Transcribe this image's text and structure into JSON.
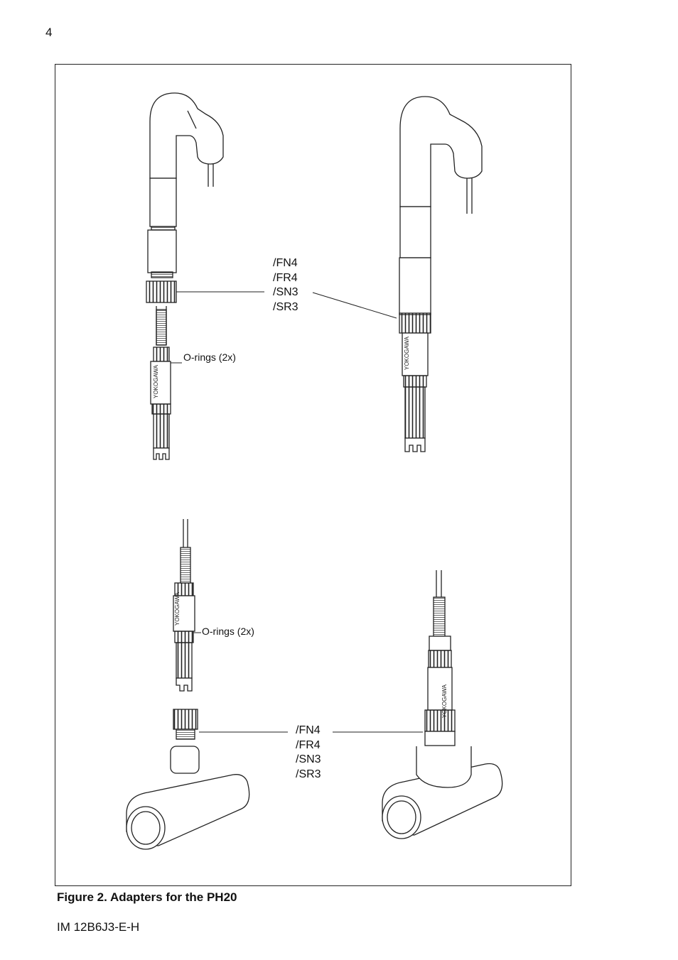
{
  "page": {
    "number": "4",
    "doc_id": "IM 12B6J3-E-H"
  },
  "figure": {
    "caption": "Figure 2. Adapters for the PH20",
    "top_codes": [
      "/FN4",
      "/FR4",
      "/SN3",
      "/SR3"
    ],
    "bottom_codes": [
      "/FN4",
      "/FR4",
      "/SN3",
      "/SR3"
    ],
    "o_rings_label_top": "O-rings (2x)",
    "o_rings_label_bottom": "O-rings (2x)",
    "sensor_brand": "YOKOGAWA"
  }
}
